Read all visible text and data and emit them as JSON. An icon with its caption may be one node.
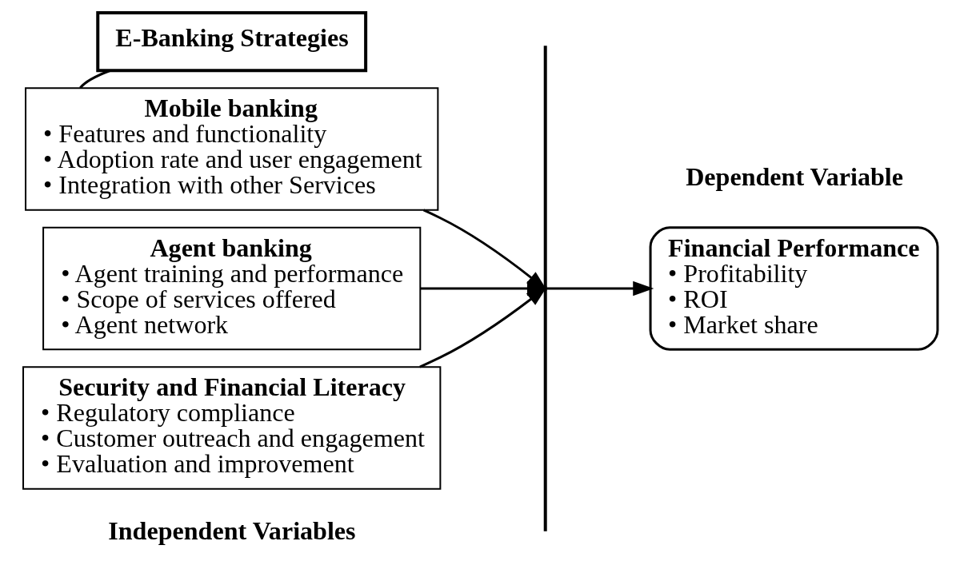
{
  "diagram": {
    "nodes": [
      {
        "text": [
          "E-Banking Strategies"
        ]
      },
      {
        "text": [
          "Mobile banking",
          "• Features and functionality",
          "• Adoption rate and user engagement",
          "• Integration with other Services"
        ]
      },
      {
        "text": [
          "Agent banking",
          "• Agent training and performance",
          "• Scope of services offered",
          "• Agent network"
        ]
      },
      {
        "text": [
          "Security and Financial Literacy",
          "• Regulatory compliance",
          "• Customer outreach and engagement",
          "• Evaluation and improvement"
        ]
      },
      {
        "text": [],
        "shape": "bar"
      },
      {
        "text": [
          "Financial Performance",
          "• Profitability",
          "• ROI",
          "• Market share"
        ]
      }
    ],
    "edges": [
      {
        "from": 0,
        "to": 1,
        "arrow": "none"
      },
      {
        "from": 1,
        "to": 4,
        "arrow": "to"
      },
      {
        "from": 2,
        "to": 4,
        "arrow": "to"
      },
      {
        "from": 3,
        "to": 4,
        "arrow": "to"
      },
      {
        "from": 4,
        "to": 5,
        "arrow": "to"
      }
    ],
    "labels": [
      "Dependent Variable",
      "Independent Variables"
    ]
  }
}
